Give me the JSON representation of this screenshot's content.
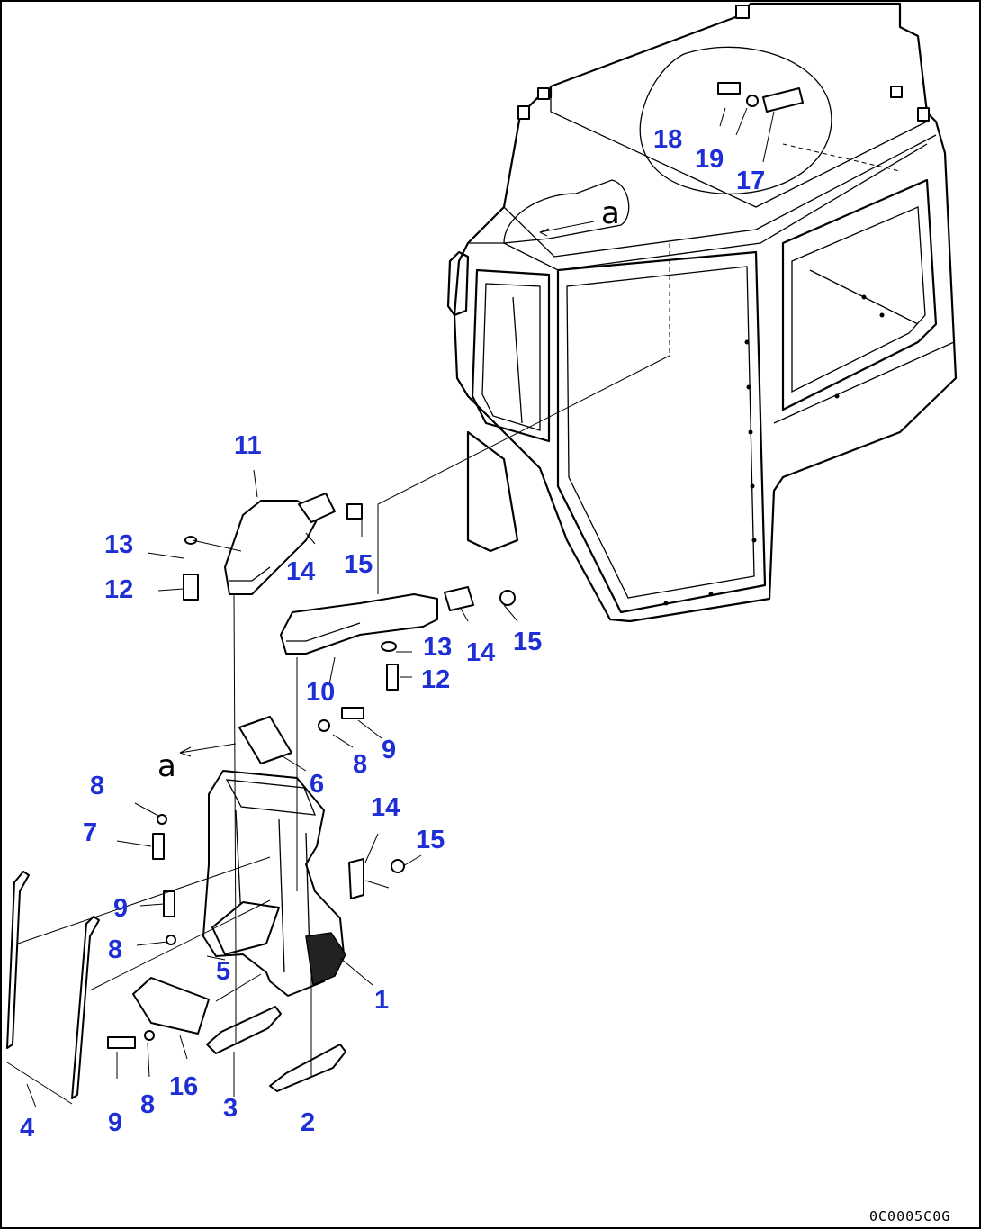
{
  "figure": {
    "drawing_code": "0C0005C0G",
    "view_reference_labels": [
      "a",
      "a"
    ]
  },
  "part_numbers": [
    {
      "key": "p1",
      "text": "1"
    },
    {
      "key": "p2",
      "text": "2"
    },
    {
      "key": "p3",
      "text": "3"
    },
    {
      "key": "p4",
      "text": "4"
    },
    {
      "key": "p5",
      "text": "5"
    },
    {
      "key": "p6",
      "text": "6"
    },
    {
      "key": "p7",
      "text": "7"
    },
    {
      "key": "p8a",
      "text": "8"
    },
    {
      "key": "p8b",
      "text": "8"
    },
    {
      "key": "p8c",
      "text": "8"
    },
    {
      "key": "p8d",
      "text": "8"
    },
    {
      "key": "p9a",
      "text": "9"
    },
    {
      "key": "p9b",
      "text": "9"
    },
    {
      "key": "p9c",
      "text": "9"
    },
    {
      "key": "p10",
      "text": "10"
    },
    {
      "key": "p11",
      "text": "11"
    },
    {
      "key": "p12a",
      "text": "12"
    },
    {
      "key": "p12b",
      "text": "12"
    },
    {
      "key": "p13a",
      "text": "13"
    },
    {
      "key": "p13b",
      "text": "13"
    },
    {
      "key": "p14a",
      "text": "14"
    },
    {
      "key": "p14b",
      "text": "14"
    },
    {
      "key": "p14c",
      "text": "14"
    },
    {
      "key": "p15a",
      "text": "15"
    },
    {
      "key": "p15b",
      "text": "15"
    },
    {
      "key": "p15c",
      "text": "15"
    },
    {
      "key": "p16",
      "text": "16"
    },
    {
      "key": "p17",
      "text": "17"
    },
    {
      "key": "p18",
      "text": "18"
    },
    {
      "key": "p19",
      "text": "19"
    }
  ]
}
